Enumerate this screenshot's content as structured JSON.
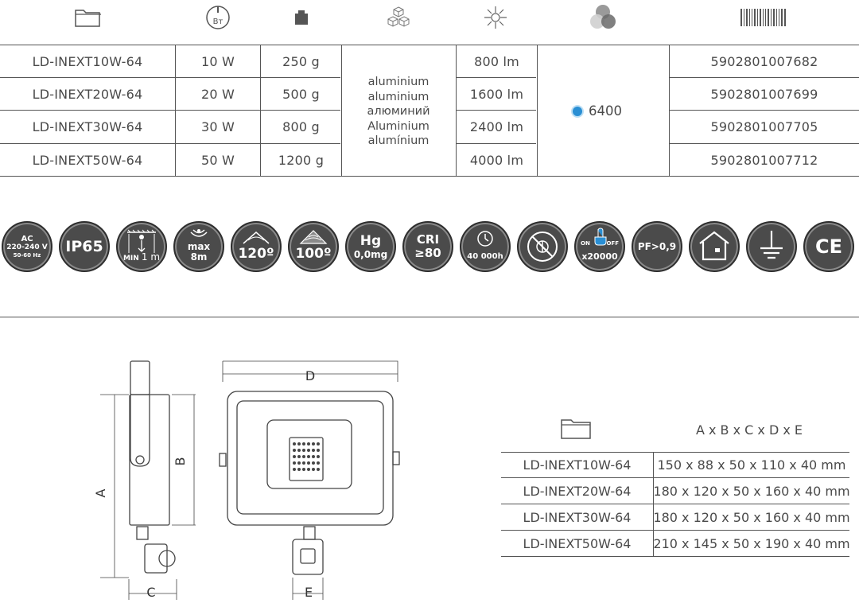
{
  "header_icons": [
    "folder-icon",
    "power-watt-icon",
    "weight-icon",
    "material-cubes-icon",
    "luminous-flux-icon",
    "color-temperature-icon",
    "barcode-icon"
  ],
  "header": {
    "watt_symbol": "Вт"
  },
  "specs": {
    "rows": [
      {
        "model": "LD-INEXT10W-64",
        "power": "10 W",
        "weight": "250 g",
        "lumen": "800 lm",
        "ean": "5902801007682"
      },
      {
        "model": "LD-INEXT20W-64",
        "power": "20 W",
        "weight": "500 g",
        "lumen": "1600 lm",
        "ean": "5902801007699"
      },
      {
        "model": "LD-INEXT30W-64",
        "power": "30 W",
        "weight": "800 g",
        "lumen": "2400 lm",
        "ean": "5902801007705"
      },
      {
        "model": "LD-INEXT50W-64",
        "power": "50 W",
        "weight": "1200 g",
        "lumen": "4000 lm",
        "ean": "5902801007712"
      }
    ],
    "material": [
      "aluminium",
      "aluminium",
      "алюминий",
      "Aluminium",
      "alumínium"
    ],
    "color_temp": "6400",
    "color_temp_dot": "#2a8fd4"
  },
  "badges": {
    "voltage": {
      "l1": "AC",
      "l2": "220-240 V",
      "l3": "50-60 Hz"
    },
    "ip": "IP65",
    "sensor_height": {
      "l1": "MIN",
      "l2": "1 m"
    },
    "sensor_range": {
      "l1": "max",
      "l2": "8m"
    },
    "sensor_angle": "120º",
    "beam_angle": "100º",
    "mercury": {
      "l1": "Hg",
      "l2": "0,0mg"
    },
    "cri": {
      "l1": "CRI",
      "l2": "≥80"
    },
    "lifetime": "40 000h",
    "no_dimming": "no-dimming-icon",
    "switching": {
      "on": "ON",
      "off": "OFF",
      "count": "x20000"
    },
    "power_factor": "PF>0,9",
    "indoor": "indoor-use-icon",
    "grounding": "ground-icon",
    "ce": "CE"
  },
  "drawing": {
    "labels": {
      "a": "A",
      "b": "B",
      "c": "C",
      "d": "D",
      "e": "E"
    }
  },
  "dimensions": {
    "header": "A x B x C x D x E",
    "rows": [
      {
        "model": "LD-INEXT10W-64",
        "size": "150 x 88 x 50 x 110 x 40 mm"
      },
      {
        "model": "LD-INEXT20W-64",
        "size": "180 x 120 x 50 x 160 x 40 mm"
      },
      {
        "model": "LD-INEXT30W-64",
        "size": "180 x 120 x 50 x 160 x 40 mm"
      },
      {
        "model": "LD-INEXT50W-64",
        "size": "210 x 145 x 50 x 190 x 40 mm"
      }
    ]
  }
}
